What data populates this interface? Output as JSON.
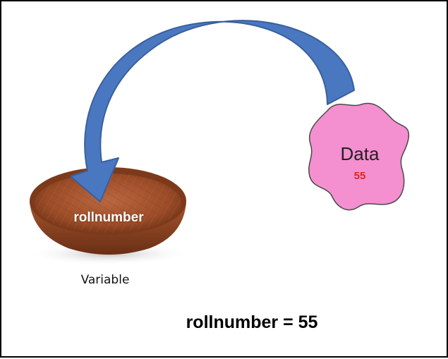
{
  "variable": {
    "name": "rollnumber",
    "caption": "Variable",
    "object": "wooden-bowl"
  },
  "data_blob": {
    "label": "Data",
    "value": "55"
  },
  "statement": "rollnumber = 55",
  "colors": {
    "arrow": "#4a78c0",
    "arrow_outline": "#3a5f9e",
    "blob": "#f48fd0",
    "blob_outline": "#4a4a4a",
    "value_text": "#e0261d",
    "bowl": "#a0502c",
    "border": "#000000"
  }
}
